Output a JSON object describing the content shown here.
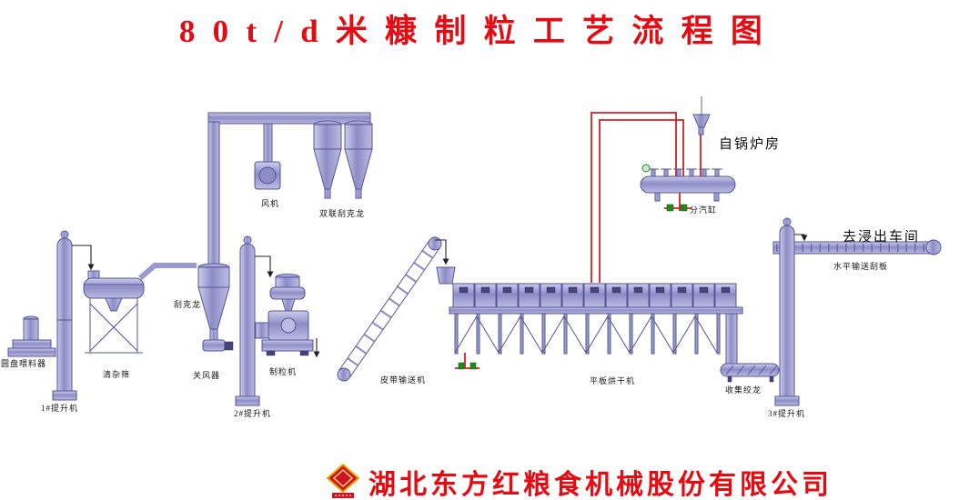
{
  "title": "80t/d米糠制粒工艺流程图",
  "labels": {
    "disc_feeder": "圆盘喂料器",
    "elevator_1": "1#提升机",
    "cleaning_sieve": "清杂筛",
    "scraper_cyclone": "刮克龙",
    "air_lock": "关风器",
    "fan": "风机",
    "double_cyclone": "双联刮克龙",
    "pellet_mill": "制粒机",
    "elevator_2": "2#提升机",
    "belt_conveyor": "皮带输送机",
    "flat_dryer": "平板烘干机",
    "steam_header": "分汽缸",
    "from_boiler": "自锅炉房",
    "to_extraction": "去浸出车间",
    "horizontal_scraper": "水平输送刮板",
    "collecting_auger": "收集绞龙",
    "elevator_3": "3#提升机"
  },
  "footer": {
    "company": "湖北东方红粮食机械股份有限公司"
  },
  "colors": {
    "title_red": "#e60b12",
    "pipe_red": "#d42222",
    "equipment_lavender": "#a0a0d4",
    "equipment_outline": "#54549a",
    "valve_green": "#1e8a1e"
  }
}
